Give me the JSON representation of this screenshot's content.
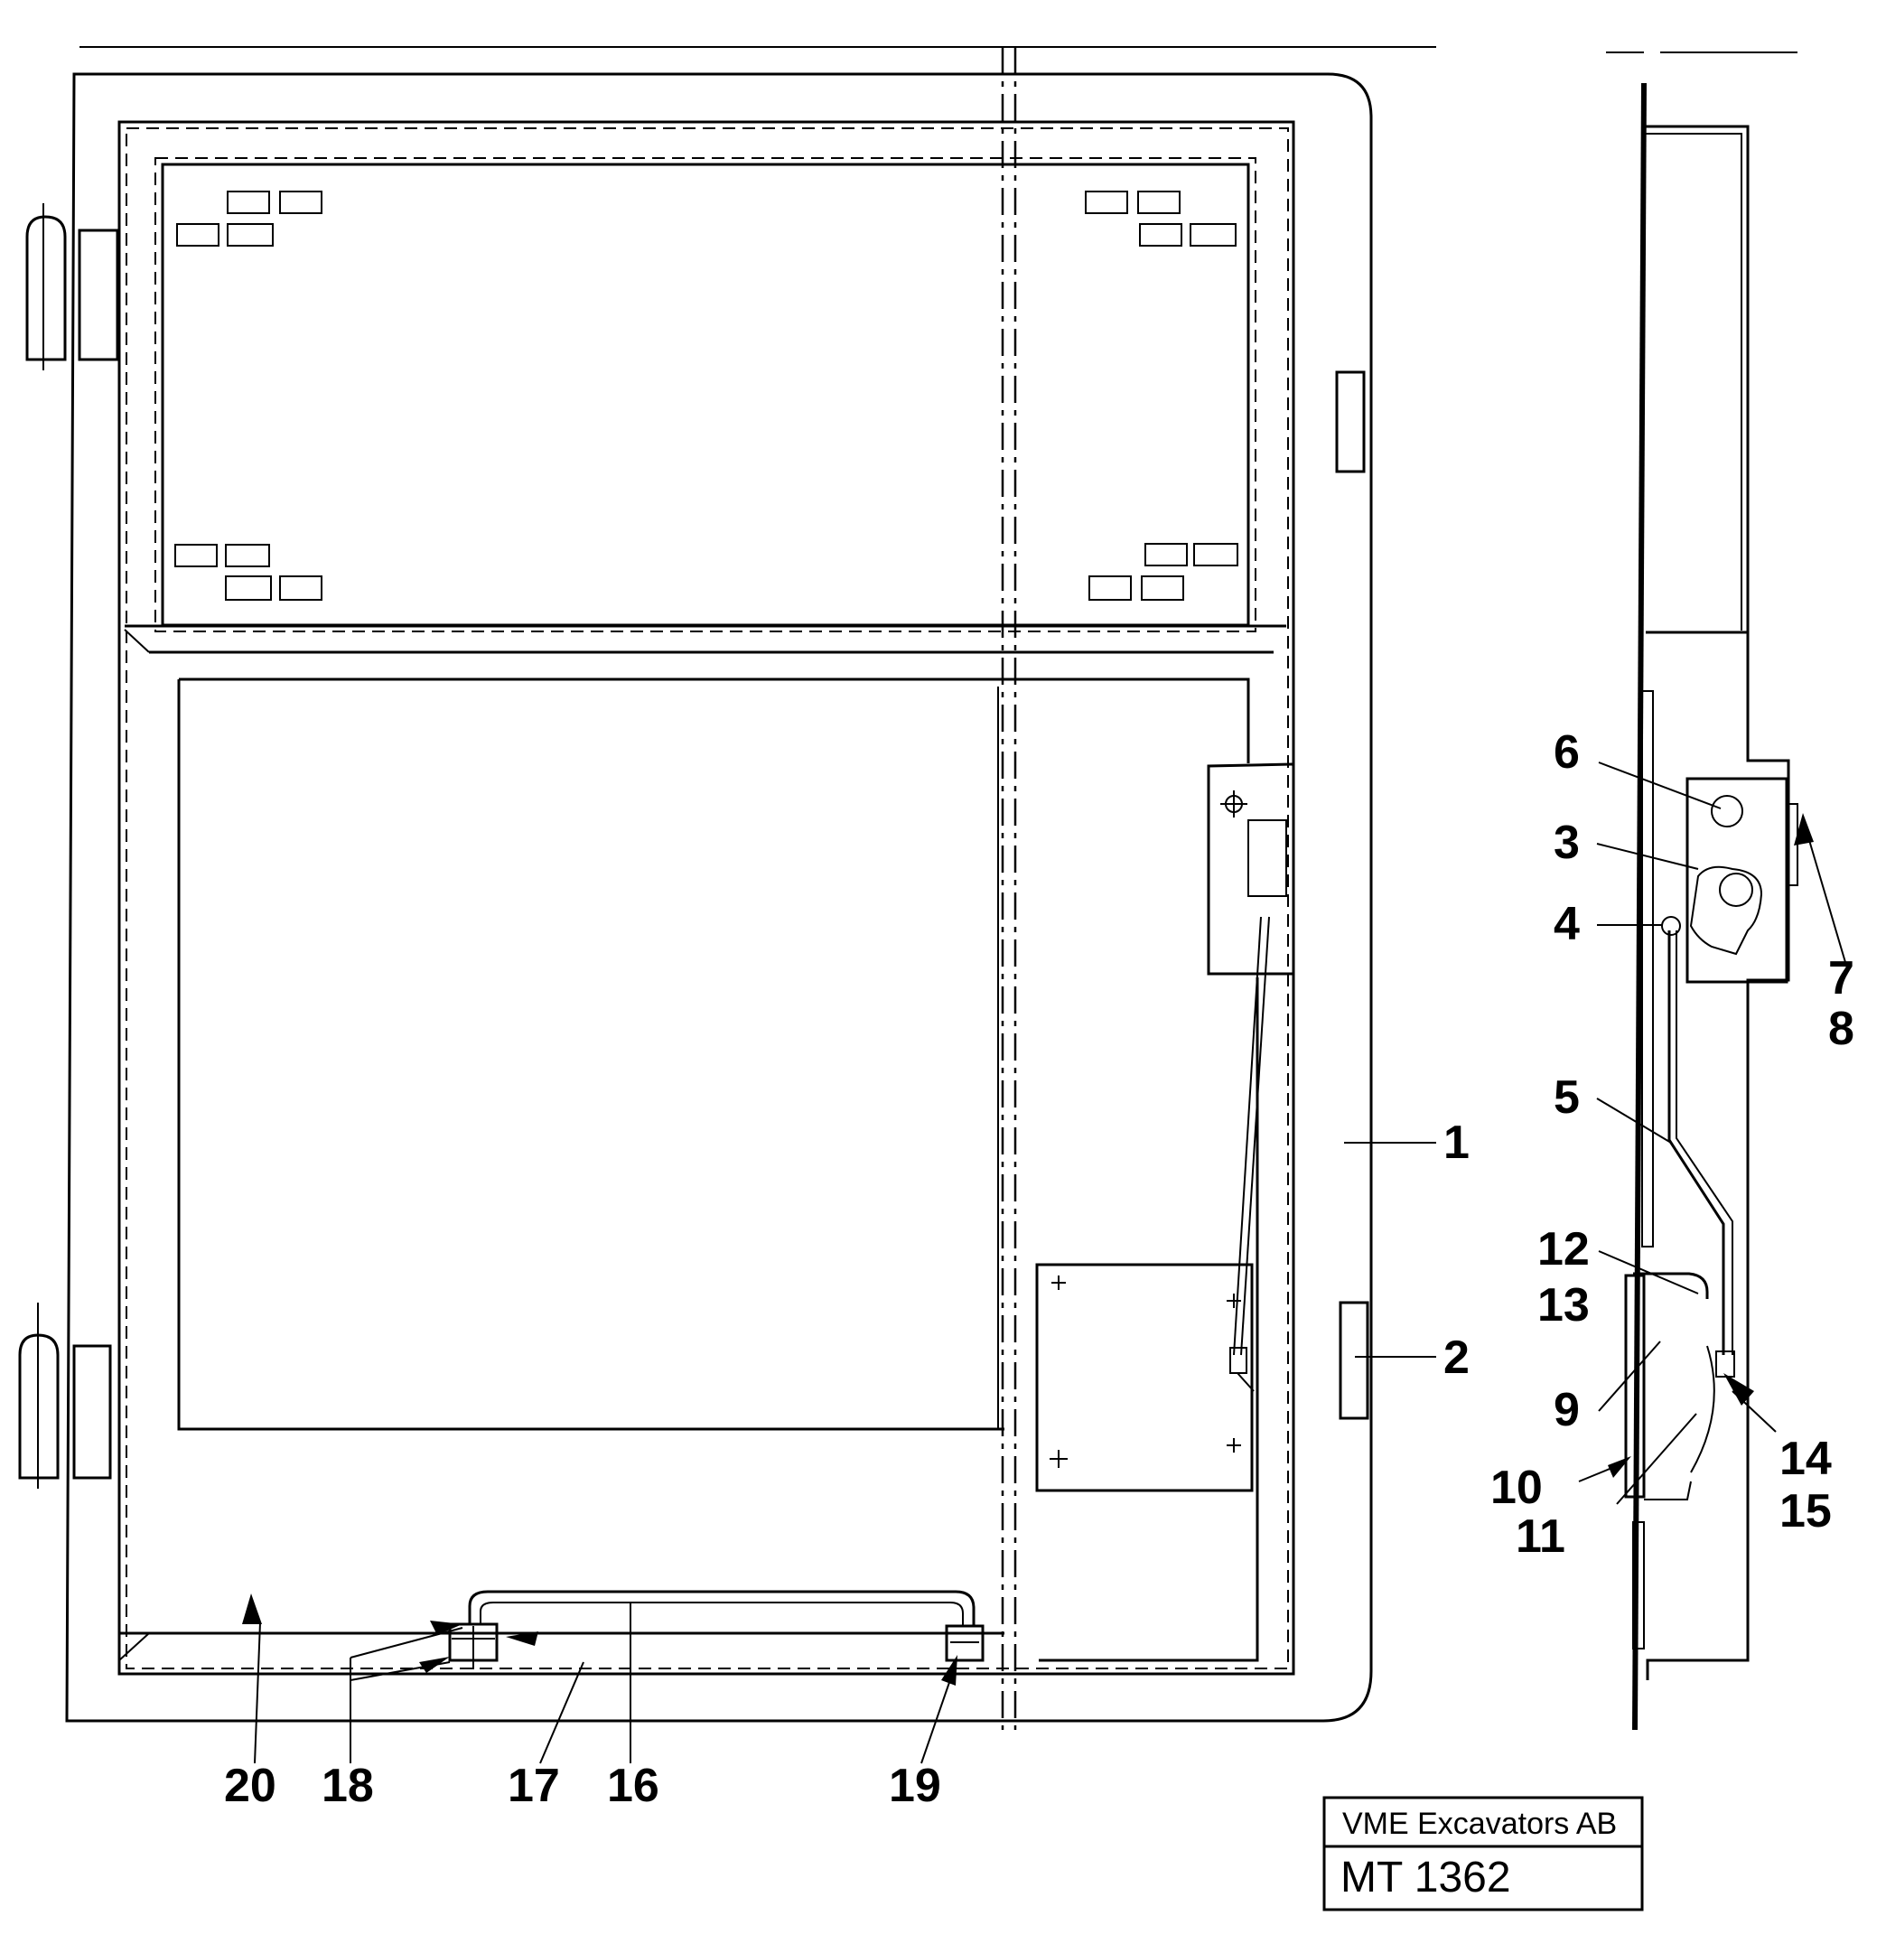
{
  "callouts": [
    "1",
    "2",
    "3",
    "4",
    "5",
    "6",
    "7",
    "8",
    "9",
    "10",
    "11",
    "12",
    "13",
    "14",
    "15",
    "16",
    "17",
    "18",
    "19",
    "20"
  ],
  "title_block": {
    "company": "VME Excavators AB",
    "code": "MT 1362"
  }
}
